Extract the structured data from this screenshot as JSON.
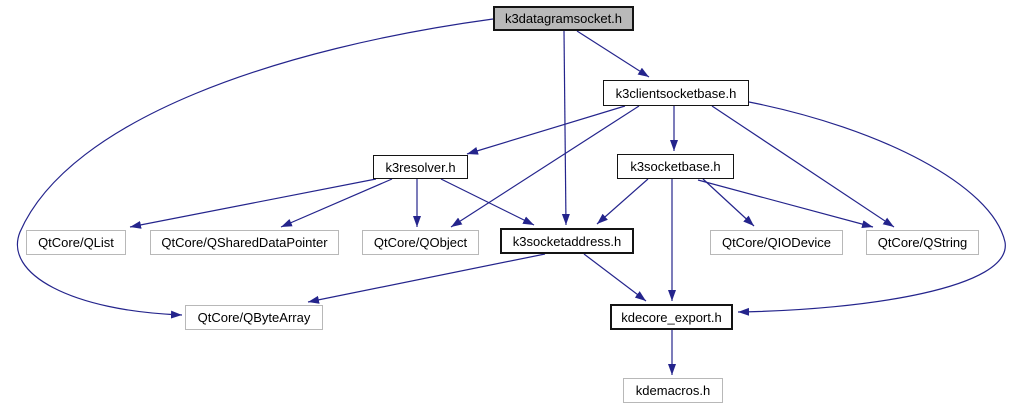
{
  "graph": {
    "type": "include-dependency-graph",
    "root_file": "k3datagramsocket.h",
    "nodes": {
      "datagram": {
        "label": "k3datagramsocket.h",
        "kind": "root"
      },
      "clientsocketbase": {
        "label": "k3clientsocketbase.h",
        "kind": "internal"
      },
      "resolver": {
        "label": "k3resolver.h",
        "kind": "internal"
      },
      "socketbase": {
        "label": "k3socketbase.h",
        "kind": "internal"
      },
      "qlist": {
        "label": "QtCore/QList",
        "kind": "external"
      },
      "qshareddatapointer": {
        "label": "QtCore/QSharedDataPointer",
        "kind": "external"
      },
      "qobject": {
        "label": "QtCore/QObject",
        "kind": "external"
      },
      "socketaddress": {
        "label": "k3socketaddress.h",
        "kind": "internal"
      },
      "qiodevice": {
        "label": "QtCore/QIODevice",
        "kind": "external"
      },
      "qstring": {
        "label": "QtCore/QString",
        "kind": "external"
      },
      "qbytearray": {
        "label": "QtCore/QByteArray",
        "kind": "external"
      },
      "kdecore_export": {
        "label": "kdecore_export.h",
        "kind": "internal"
      },
      "kdemacros": {
        "label": "kdemacros.h",
        "kind": "external"
      }
    },
    "edges": [
      [
        "k3datagramsocket.h",
        "k3clientsocketbase.h"
      ],
      [
        "k3datagramsocket.h",
        "k3socketaddress.h"
      ],
      [
        "k3datagramsocket.h",
        "QtCore/QByteArray"
      ],
      [
        "k3clientsocketbase.h",
        "k3resolver.h"
      ],
      [
        "k3clientsocketbase.h",
        "k3socketbase.h"
      ],
      [
        "k3clientsocketbase.h",
        "QtCore/QObject"
      ],
      [
        "k3clientsocketbase.h",
        "QtCore/QString"
      ],
      [
        "k3clientsocketbase.h",
        "kdecore_export.h"
      ],
      [
        "k3resolver.h",
        "QtCore/QList"
      ],
      [
        "k3resolver.h",
        "QtCore/QSharedDataPointer"
      ],
      [
        "k3resolver.h",
        "QtCore/QObject"
      ],
      [
        "k3resolver.h",
        "k3socketaddress.h"
      ],
      [
        "k3socketbase.h",
        "k3socketaddress.h"
      ],
      [
        "k3socketbase.h",
        "QtCore/QIODevice"
      ],
      [
        "k3socketbase.h",
        "QtCore/QString"
      ],
      [
        "k3socketbase.h",
        "kdecore_export.h"
      ],
      [
        "k3socketaddress.h",
        "QtCore/QByteArray"
      ],
      [
        "k3socketaddress.h",
        "kdecore_export.h"
      ],
      [
        "kdecore_export.h",
        "kdemacros.h"
      ]
    ],
    "colors": {
      "edge": "#24248c",
      "root_fill": "#b9b9b9",
      "internal_border": "#141414",
      "external_border": "#b8b8b8",
      "text": "#000000",
      "background": "#ffffff"
    }
  }
}
